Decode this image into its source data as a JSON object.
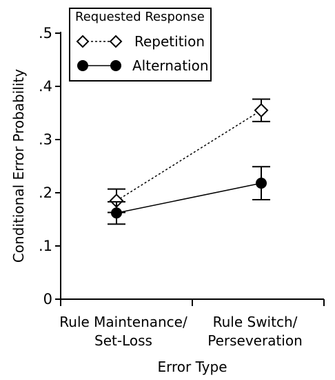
{
  "chart_data": {
    "type": "line",
    "categories": [
      "Rule Maintenance/\nSet-Loss",
      "Rule Switch/\nPerseveration"
    ],
    "xlabel": "Error Type",
    "ylabel": "Conditional Error Probability",
    "ylim": [
      0,
      0.5
    ],
    "yticks": [
      0,
      0.1,
      0.2,
      0.3,
      0.4,
      0.5
    ],
    "ytick_labels": [
      "0",
      ".1",
      ".2",
      ".3",
      ".4",
      ".5"
    ],
    "grid": false,
    "legend": {
      "title": "Requested Response",
      "placement": "top-left"
    },
    "series": [
      {
        "name": "Repetition",
        "values": [
          0.185,
          0.355
        ],
        "error": [
          0.022,
          0.021
        ],
        "marker": "diamond-open",
        "line": "dotted"
      },
      {
        "name": "Alternation",
        "values": [
          0.162,
          0.218
        ],
        "error": [
          0.021,
          0.031
        ],
        "marker": "circle-filled",
        "line": "solid"
      }
    ]
  }
}
